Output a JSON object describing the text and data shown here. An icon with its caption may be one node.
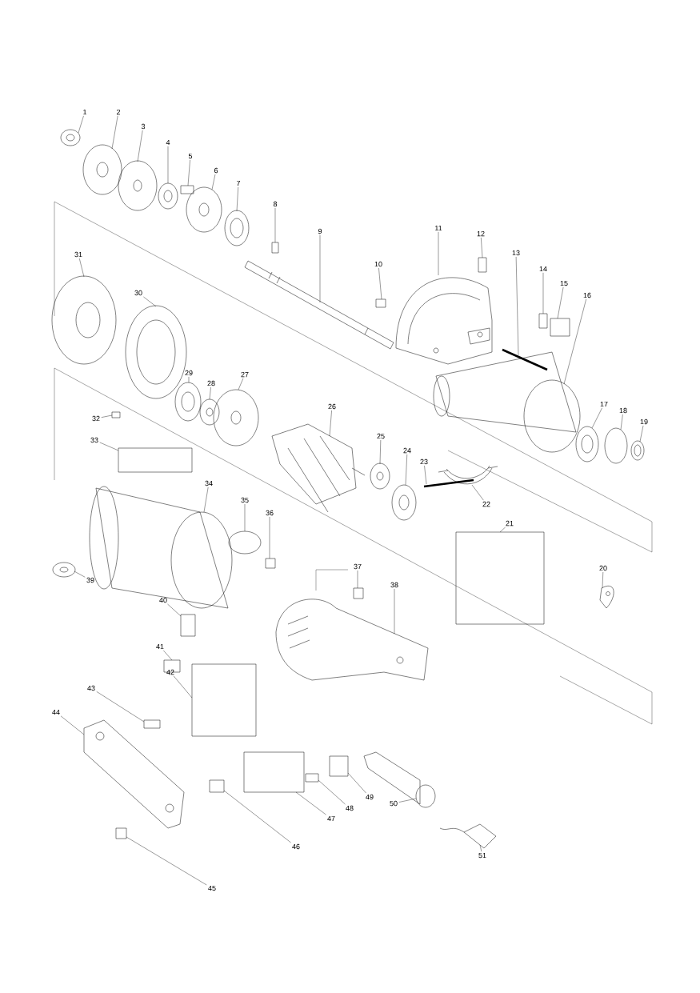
{
  "diagram": {
    "nodes": [
      {
        "text": [
          "1"
        ]
      },
      {
        "text": [
          "2"
        ]
      },
      {
        "text": [
          "3"
        ]
      },
      {
        "text": [
          "4"
        ]
      },
      {
        "text": [
          "5"
        ]
      },
      {
        "text": [
          "6"
        ]
      },
      {
        "text": [
          "7"
        ]
      },
      {
        "text": [
          "8"
        ]
      },
      {
        "text": [
          "9"
        ]
      },
      {
        "text": [
          "10"
        ]
      },
      {
        "text": [
          "11"
        ]
      },
      {
        "text": [
          "12"
        ]
      },
      {
        "text": [
          "13"
        ]
      },
      {
        "text": [
          "14"
        ]
      },
      {
        "text": [
          "15"
        ]
      },
      {
        "text": [
          "16"
        ]
      },
      {
        "text": [
          "17"
        ]
      },
      {
        "text": [
          "18"
        ]
      },
      {
        "text": [
          "19"
        ]
      },
      {
        "text": [
          "20"
        ]
      },
      {
        "text": [
          "21"
        ]
      },
      {
        "text": [
          "22"
        ]
      },
      {
        "text": [
          "23"
        ]
      },
      {
        "text": [
          "24"
        ]
      },
      {
        "text": [
          "25"
        ]
      },
      {
        "text": [
          "26"
        ]
      },
      {
        "text": [
          "27"
        ]
      },
      {
        "text": [
          "28"
        ]
      },
      {
        "text": [
          "29"
        ]
      },
      {
        "text": [
          "30"
        ]
      },
      {
        "text": [
          "31"
        ]
      },
      {
        "text": [
          "32"
        ]
      },
      {
        "text": [
          "33"
        ]
      },
      {
        "text": [
          "34"
        ]
      },
      {
        "text": [
          "35"
        ]
      },
      {
        "text": [
          "36"
        ]
      },
      {
        "text": [
          "37"
        ]
      },
      {
        "text": [
          "38"
        ]
      },
      {
        "text": [
          "39"
        ]
      },
      {
        "text": [
          "40"
        ]
      },
      {
        "text": [
          "41"
        ]
      },
      {
        "text": [
          "42"
        ]
      },
      {
        "text": [
          "43"
        ]
      },
      {
        "text": [
          "44"
        ]
      },
      {
        "text": [
          "45"
        ]
      },
      {
        "text": [
          "46"
        ]
      },
      {
        "text": [
          "47"
        ]
      },
      {
        "text": [
          "48"
        ]
      },
      {
        "text": [
          "49"
        ]
      },
      {
        "text": [
          "50"
        ]
      },
      {
        "text": [
          "51"
        ]
      },
      {
        "text": [],
        "shape": "picture"
      },
      {
        "text": [],
        "shape": "picture"
      },
      {
        "text": [],
        "shape": "picture"
      },
      {
        "text": [],
        "shape": "picture"
      },
      {
        "text": [],
        "shape": "box"
      },
      {
        "text": [],
        "shape": "picture"
      },
      {
        "text": [],
        "shape": "picture"
      },
      {
        "text": [],
        "shape": "box"
      },
      {
        "text": [],
        "shape": "picture"
      },
      {
        "text": [],
        "shape": "box"
      },
      {
        "text": [],
        "shape": "picture"
      },
      {
        "text": [],
        "shape": "box"
      },
      {
        "text": [],
        "shape": "picture"
      },
      {
        "text": [],
        "shape": "box"
      },
      {
        "text": [],
        "shape": "box"
      },
      {
        "text": [],
        "shape": "picture"
      },
      {
        "text": [],
        "shape": "picture"
      },
      {
        "text": [],
        "shape": "circle"
      },
      {
        "text": [],
        "shape": "picture"
      },
      {
        "text": [],
        "shape": "picture"
      },
      {
        "text": [],
        "shape": "box"
      },
      {
        "text": [],
        "shape": "picture"
      },
      {
        "text": [],
        "shape": "picture"
      },
      {
        "text": [],
        "shape": "picture"
      },
      {
        "text": [],
        "shape": "picture"
      },
      {
        "text": [],
        "shape": "picture"
      },
      {
        "text": [],
        "shape": "picture"
      },
      {
        "text": [],
        "shape": "picture"
      },
      {
        "text": [],
        "shape": "picture"
      },
      {
        "text": [],
        "shape": "picture"
      },
      {
        "text": [],
        "shape": "picture"
      },
      {
        "text": [],
        "shape": "box"
      },
      {
        "text": [],
        "shape": "box"
      },
      {
        "text": [],
        "shape": "picture"
      },
      {
        "text": [],
        "shape": "circle"
      },
      {
        "text": [],
        "shape": "box"
      },
      {
        "text": [],
        "shape": "box"
      },
      {
        "text": [],
        "shape": "picture"
      },
      {
        "text": [],
        "shape": "picture"
      },
      {
        "text": [],
        "shape": "box"
      },
      {
        "text": [],
        "shape": "box"
      },
      {
        "text": [],
        "shape": "box"
      },
      {
        "text": [],
        "shape": "box"
      },
      {
        "text": [],
        "shape": "picture"
      },
      {
        "text": [],
        "shape": "box"
      },
      {
        "text": [],
        "shape": "box"
      },
      {
        "text": [],
        "shape": "box"
      },
      {
        "text": [],
        "shape": "box"
      },
      {
        "text": [],
        "shape": "box"
      },
      {
        "text": [],
        "shape": "picture"
      },
      {
        "text": [],
        "shape": "picture"
      }
    ],
    "edges": [
      {
        "from": 0,
        "to": 51,
        "arrow": "none"
      },
      {
        "from": 1,
        "to": 52,
        "arrow": "none"
      },
      {
        "from": 2,
        "to": 53,
        "arrow": "none"
      },
      {
        "from": 3,
        "to": 54,
        "arrow": "none"
      },
      {
        "from": 4,
        "to": 55,
        "arrow": "none"
      },
      {
        "from": 5,
        "to": 56,
        "arrow": "none"
      },
      {
        "from": 6,
        "to": 57,
        "arrow": "none"
      },
      {
        "from": 7,
        "to": 58,
        "arrow": "none"
      },
      {
        "from": 8,
        "to": 59,
        "arrow": "none"
      },
      {
        "from": 9,
        "to": 60,
        "arrow": "none"
      },
      {
        "from": 10,
        "to": 61,
        "arrow": "none"
      },
      {
        "from": 11,
        "to": 62,
        "arrow": "none"
      },
      {
        "from": 12,
        "to": 63,
        "arrow": "none"
      },
      {
        "from": 13,
        "to": 64,
        "arrow": "none"
      },
      {
        "from": 14,
        "to": 65,
        "arrow": "none"
      },
      {
        "from": 15,
        "to": 66,
        "arrow": "none"
      },
      {
        "from": 16,
        "to": 67,
        "arrow": "none"
      },
      {
        "from": 17,
        "to": 68,
        "arrow": "none"
      },
      {
        "from": 18,
        "to": 69,
        "arrow": "none"
      },
      {
        "from": 19,
        "to": 70,
        "arrow": "none"
      },
      {
        "from": 20,
        "to": 71,
        "arrow": "none"
      },
      {
        "from": 21,
        "to": 72,
        "arrow": "none"
      },
      {
        "from": 22,
        "to": 73,
        "arrow": "none"
      },
      {
        "from": 23,
        "to": 74,
        "arrow": "none"
      },
      {
        "from": 24,
        "to": 75,
        "arrow": "none"
      },
      {
        "from": 25,
        "to": 76,
        "arrow": "none"
      },
      {
        "from": 26,
        "to": 77,
        "arrow": "none"
      },
      {
        "from": 27,
        "to": 78,
        "arrow": "none"
      },
      {
        "from": 28,
        "to": 79,
        "arrow": "none"
      },
      {
        "from": 29,
        "to": 80,
        "arrow": "none"
      },
      {
        "from": 30,
        "to": 81,
        "arrow": "none"
      },
      {
        "from": 31,
        "to": 82,
        "arrow": "none"
      },
      {
        "from": 32,
        "to": 83,
        "arrow": "none"
      },
      {
        "from": 33,
        "to": 84,
        "arrow": "none"
      },
      {
        "from": 34,
        "to": 85,
        "arrow": "none"
      },
      {
        "from": 35,
        "to": 86,
        "arrow": "none"
      },
      {
        "from": 36,
        "to": 87,
        "arrow": "none"
      },
      {
        "from": 37,
        "to": 88,
        "arrow": "none"
      },
      {
        "from": 38,
        "to": 89,
        "arrow": "none"
      },
      {
        "from": 39,
        "to": 90,
        "arrow": "none"
      },
      {
        "from": 40,
        "to": 91,
        "arrow": "none"
      },
      {
        "from": 41,
        "to": 92,
        "arrow": "none"
      },
      {
        "from": 42,
        "to": 93,
        "arrow": "none"
      },
      {
        "from": 43,
        "to": 94,
        "arrow": "none"
      },
      {
        "from": 44,
        "to": 95,
        "arrow": "none"
      },
      {
        "from": 45,
        "to": 96,
        "arrow": "none"
      },
      {
        "from": 46,
        "to": 97,
        "arrow": "none"
      },
      {
        "from": 47,
        "to": 98,
        "arrow": "none"
      },
      {
        "from": 48,
        "to": 99,
        "arrow": "none"
      },
      {
        "from": 49,
        "to": 100,
        "arrow": "none"
      },
      {
        "from": 50,
        "to": 101,
        "arrow": "none"
      }
    ]
  }
}
